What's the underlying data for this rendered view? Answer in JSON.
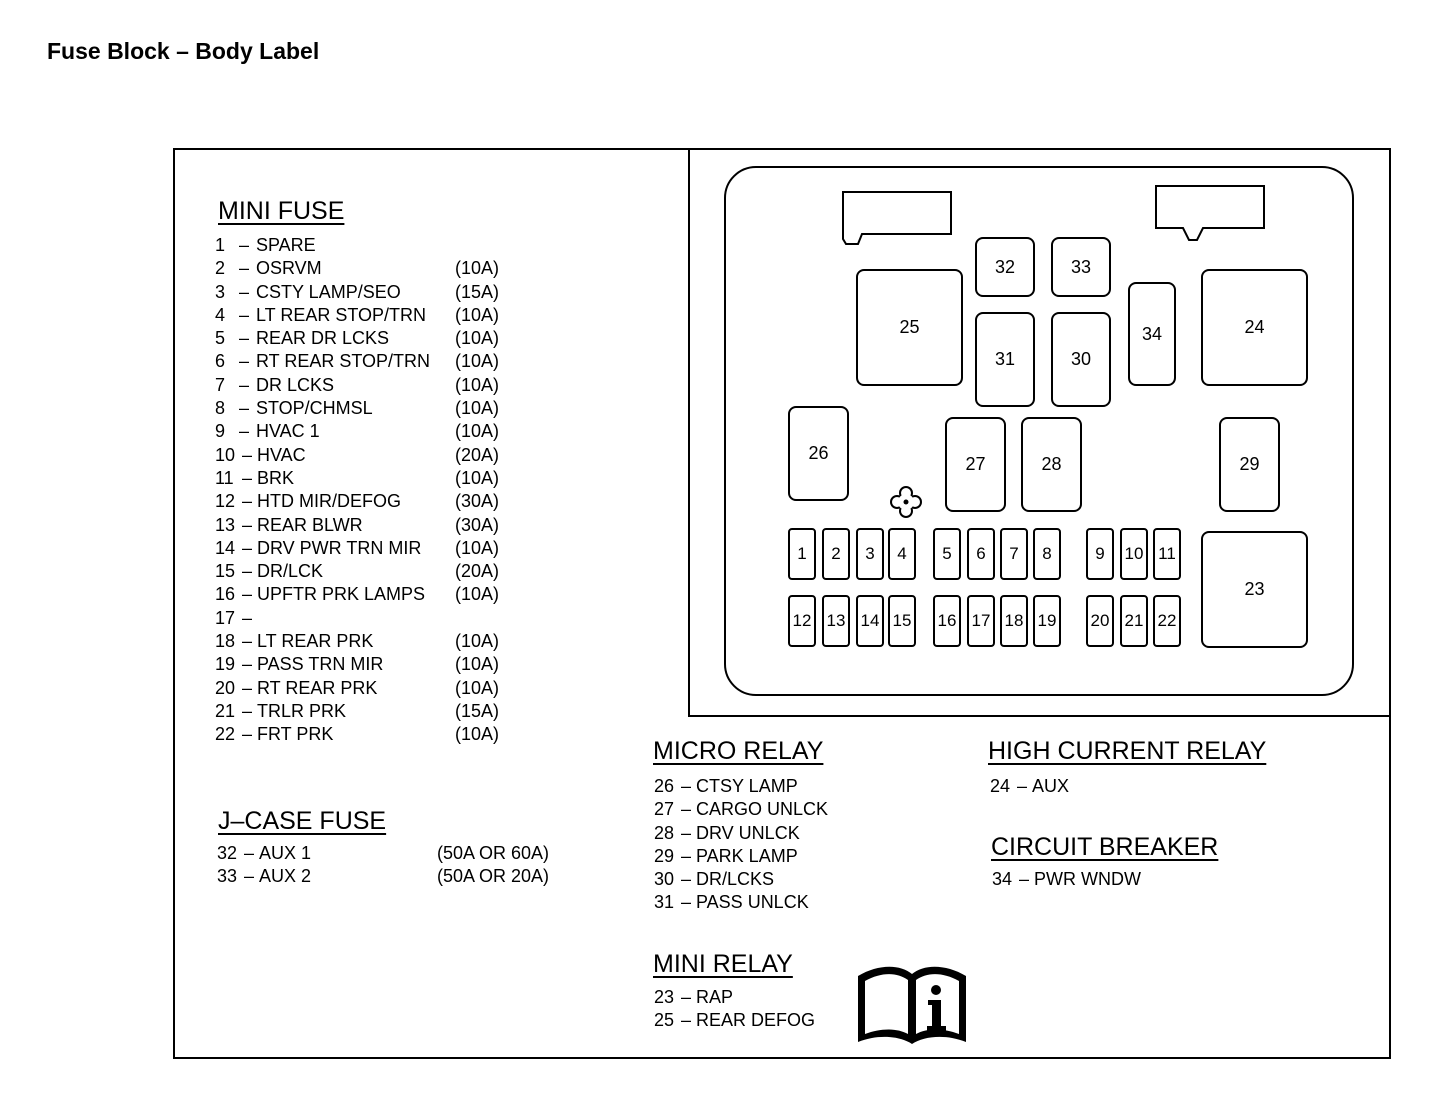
{
  "page_title": "Fuse Block – Body Label",
  "mini_fuse": {
    "heading": "MINI FUSE",
    "items": [
      {
        "num": "1",
        "name": "SPARE",
        "amp": ""
      },
      {
        "num": "2",
        "name": "OSRVM",
        "amp": "(10A)"
      },
      {
        "num": "3",
        "name": "CSTY LAMP/SEO",
        "amp": "(15A)"
      },
      {
        "num": "4",
        "name": "LT REAR STOP/TRN",
        "amp": "(10A)"
      },
      {
        "num": "5",
        "name": "REAR DR LCKS",
        "amp": "(10A)"
      },
      {
        "num": "6",
        "name": "RT REAR STOP/TRN",
        "amp": "(10A)"
      },
      {
        "num": "7",
        "name": "DR LCKS",
        "amp": "(10A)"
      },
      {
        "num": "8",
        "name": "STOP/CHMSL",
        "amp": "(10A)"
      },
      {
        "num": "9",
        "name": "HVAC 1",
        "amp": "(10A)"
      },
      {
        "num": "10",
        "name": "HVAC",
        "amp": "(20A)"
      },
      {
        "num": "11",
        "name": "BRK",
        "amp": "(10A)"
      },
      {
        "num": "12",
        "name": "HTD MIR/DEFOG",
        "amp": "(30A)"
      },
      {
        "num": "13",
        "name": "REAR BLWR",
        "amp": "(30A)"
      },
      {
        "num": "14",
        "name": "DRV PWR TRN MIR",
        "amp": "(10A)"
      },
      {
        "num": "15",
        "name": "DR/LCK",
        "amp": "(20A)"
      },
      {
        "num": "16",
        "name": "UPFTR PRK LAMPS",
        "amp": "(10A)"
      },
      {
        "num": "17",
        "name": "",
        "amp": ""
      },
      {
        "num": "18",
        "name": "LT REAR PRK",
        "amp": "(10A)"
      },
      {
        "num": "19",
        "name": "PASS TRN MIR",
        "amp": "(10A)"
      },
      {
        "num": "20",
        "name": "RT REAR PRK",
        "amp": "(10A)"
      },
      {
        "num": "21",
        "name": "TRLR PRK",
        "amp": "(15A)"
      },
      {
        "num": "22",
        "name": "FRT PRK",
        "amp": "(10A)"
      }
    ]
  },
  "jcase_fuse": {
    "heading": "J–CASE FUSE",
    "items": [
      {
        "num": "32",
        "name": "AUX 1",
        "amp": "(50A OR 60A)"
      },
      {
        "num": "33",
        "name": "AUX 2",
        "amp": "(50A OR 20A)"
      }
    ]
  },
  "micro_relay": {
    "heading": "MICRO RELAY",
    "items": [
      {
        "num": "26",
        "name": "CTSY LAMP"
      },
      {
        "num": "27",
        "name": "CARGO UNLCK"
      },
      {
        "num": "28",
        "name": "DRV UNLCK"
      },
      {
        "num": "29",
        "name": "PARK LAMP"
      },
      {
        "num": "30",
        "name": "DR/LCKS"
      },
      {
        "num": "31",
        "name": "PASS UNLCK"
      }
    ]
  },
  "mini_relay": {
    "heading": "MINI RELAY",
    "items": [
      {
        "num": "23",
        "name": "RAP"
      },
      {
        "num": "25",
        "name": "REAR DEFOG"
      }
    ]
  },
  "high_current_relay": {
    "heading": "HIGH CURRENT RELAY",
    "items": [
      {
        "num": "24",
        "name": "AUX"
      }
    ]
  },
  "circuit_breaker": {
    "heading": "CIRCUIT BREAKER",
    "items": [
      {
        "num": "34",
        "name": "PWR WNDW"
      }
    ]
  },
  "diagram": {
    "slots": [
      "1",
      "2",
      "3",
      "4",
      "5",
      "6",
      "7",
      "8",
      "9",
      "10",
      "11",
      "12",
      "13",
      "14",
      "15",
      "16",
      "17",
      "18",
      "19",
      "20",
      "21",
      "22",
      "23",
      "24",
      "25",
      "26",
      "27",
      "28",
      "29",
      "30",
      "31",
      "32",
      "33",
      "34"
    ]
  },
  "icons": {
    "manual_info": "book-info-icon",
    "fastener": "fastener-icon"
  }
}
